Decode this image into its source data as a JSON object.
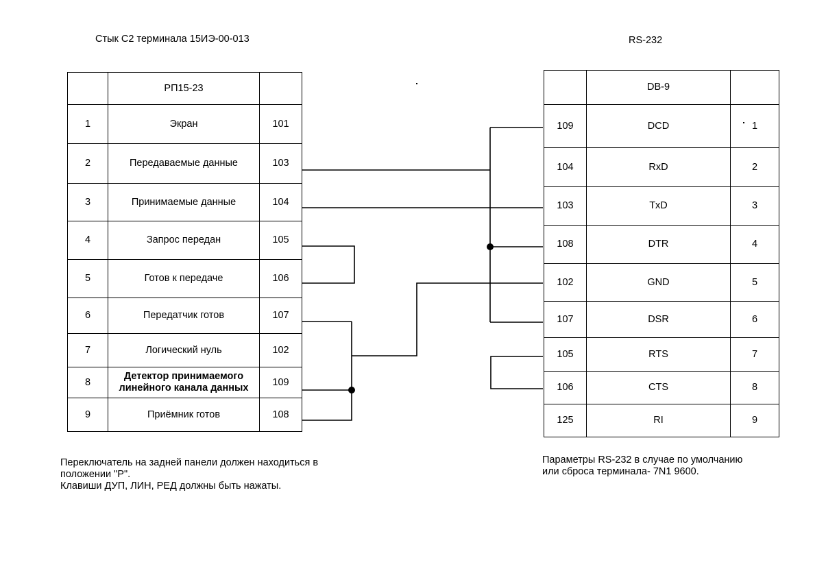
{
  "left": {
    "title": "Стык С2 терминала 15ИЭ-00-013",
    "connector_name": "РП15-23",
    "column_headers": [
      "",
      "РП15-23",
      ""
    ],
    "rows": [
      {
        "pin": "1",
        "signal": "Экран",
        "circuit": "101",
        "small": false
      },
      {
        "pin": "2",
        "signal": "Передаваемые данные",
        "circuit": "103",
        "small": false
      },
      {
        "pin": "3",
        "signal": "Принимаемые данные",
        "circuit": "104",
        "small": false
      },
      {
        "pin": "4",
        "signal": "Запрос передан",
        "circuit": "105",
        "small": false
      },
      {
        "pin": "5",
        "signal": "Готов к передаче",
        "circuit": "106",
        "small": false
      },
      {
        "pin": "6",
        "signal": "Передатчик готов",
        "circuit": "107",
        "small": false
      },
      {
        "pin": "7",
        "signal": "Логический нуль",
        "circuit": "102",
        "small": false
      },
      {
        "pin": "8",
        "signal": "Детектор принимаемого линейного канала данных",
        "circuit": "109",
        "small": true
      },
      {
        "pin": "9",
        "signal": "Приёмник готов",
        "circuit": "108",
        "small": false
      }
    ],
    "note": "Переключатель на задней панели должен находиться в\nположении \"Р\".\nКлавиши ДУП, ЛИН, РЕД должны быть нажаты."
  },
  "right": {
    "title": "RS-232",
    "connector_name": "DB-9",
    "column_headers": [
      "",
      "DB-9",
      ""
    ],
    "rows": [
      {
        "circuit": "109",
        "signal": "DCD",
        "pin": "1"
      },
      {
        "circuit": "104",
        "signal": "RxD",
        "pin": "2"
      },
      {
        "circuit": "103",
        "signal": "TxD",
        "pin": "3"
      },
      {
        "circuit": "108",
        "signal": "DTR",
        "pin": "4"
      },
      {
        "circuit": "102",
        "signal": "GND",
        "pin": "5"
      },
      {
        "circuit": "107",
        "signal": "DSR",
        "pin": "6"
      },
      {
        "circuit": "105",
        "signal": "RTS",
        "pin": "7"
      },
      {
        "circuit": "106",
        "signal": "CTS",
        "pin": "8"
      },
      {
        "circuit": "125",
        "signal": "RI",
        "pin": "9"
      }
    ],
    "note": "Параметры RS-232 в случае по умолчанию\nили сброса терминала- 7N1 9600."
  },
  "colors": {
    "line": "#000000",
    "text": "#000000",
    "background": "#ffffff"
  }
}
